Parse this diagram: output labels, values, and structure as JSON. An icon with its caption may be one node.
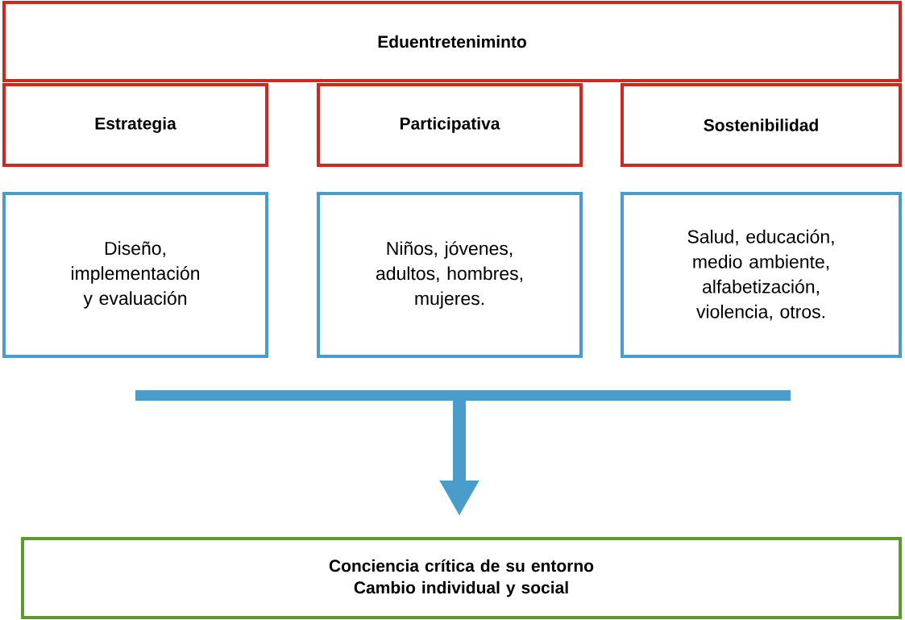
{
  "diagram": {
    "nodes": [
      {
        "text": [
          "Eduentreteniminto"
        ]
      },
      {
        "text": [
          "Estrategia"
        ]
      },
      {
        "text": [
          "Participativa"
        ]
      },
      {
        "text": [
          "Sostenibilidad"
        ]
      },
      {
        "text": [
          "Diseño, implementación y evaluación"
        ]
      },
      {
        "text": [
          "Niños, jóvenes, adultos, hombres, mujeres."
        ]
      },
      {
        "text": [
          "Salud, educación, medio ambiente, alfabetización, violencia, otros."
        ]
      },
      {
        "text": [],
        "shape": "bar"
      },
      {
        "text": [
          "Conciencia crítica de su entorno",
          "Cambio individual y social"
        ]
      }
    ],
    "edges": [
      {
        "from": 7,
        "to": 8,
        "arrow": "to"
      }
    ]
  }
}
